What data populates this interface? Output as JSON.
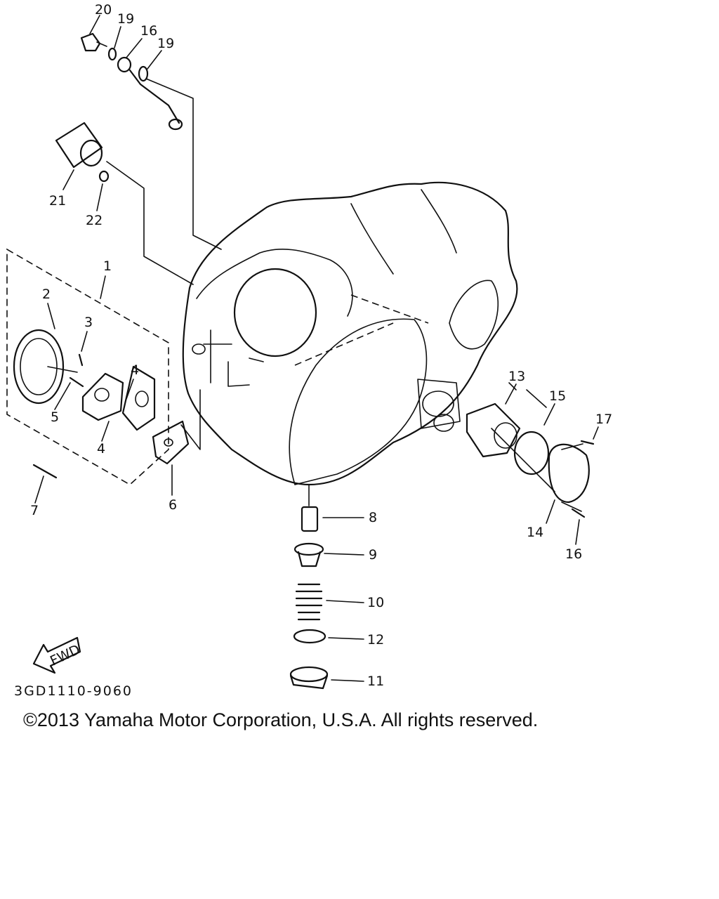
{
  "diagram": {
    "callouts": [
      "1",
      "2",
      "3",
      "4",
      "4",
      "5",
      "6",
      "7",
      "8",
      "9",
      "10",
      "11",
      "12",
      "13",
      "14",
      "15",
      "16",
      "16",
      "17",
      "19",
      "19",
      "20",
      "21",
      "22"
    ],
    "fwd_label": "FWD",
    "diagram_code": "3GD1110-9060"
  },
  "footer": {
    "copyright": "©2013 Yamaha Motor Corporation, U.S.A. All rights reserved."
  }
}
